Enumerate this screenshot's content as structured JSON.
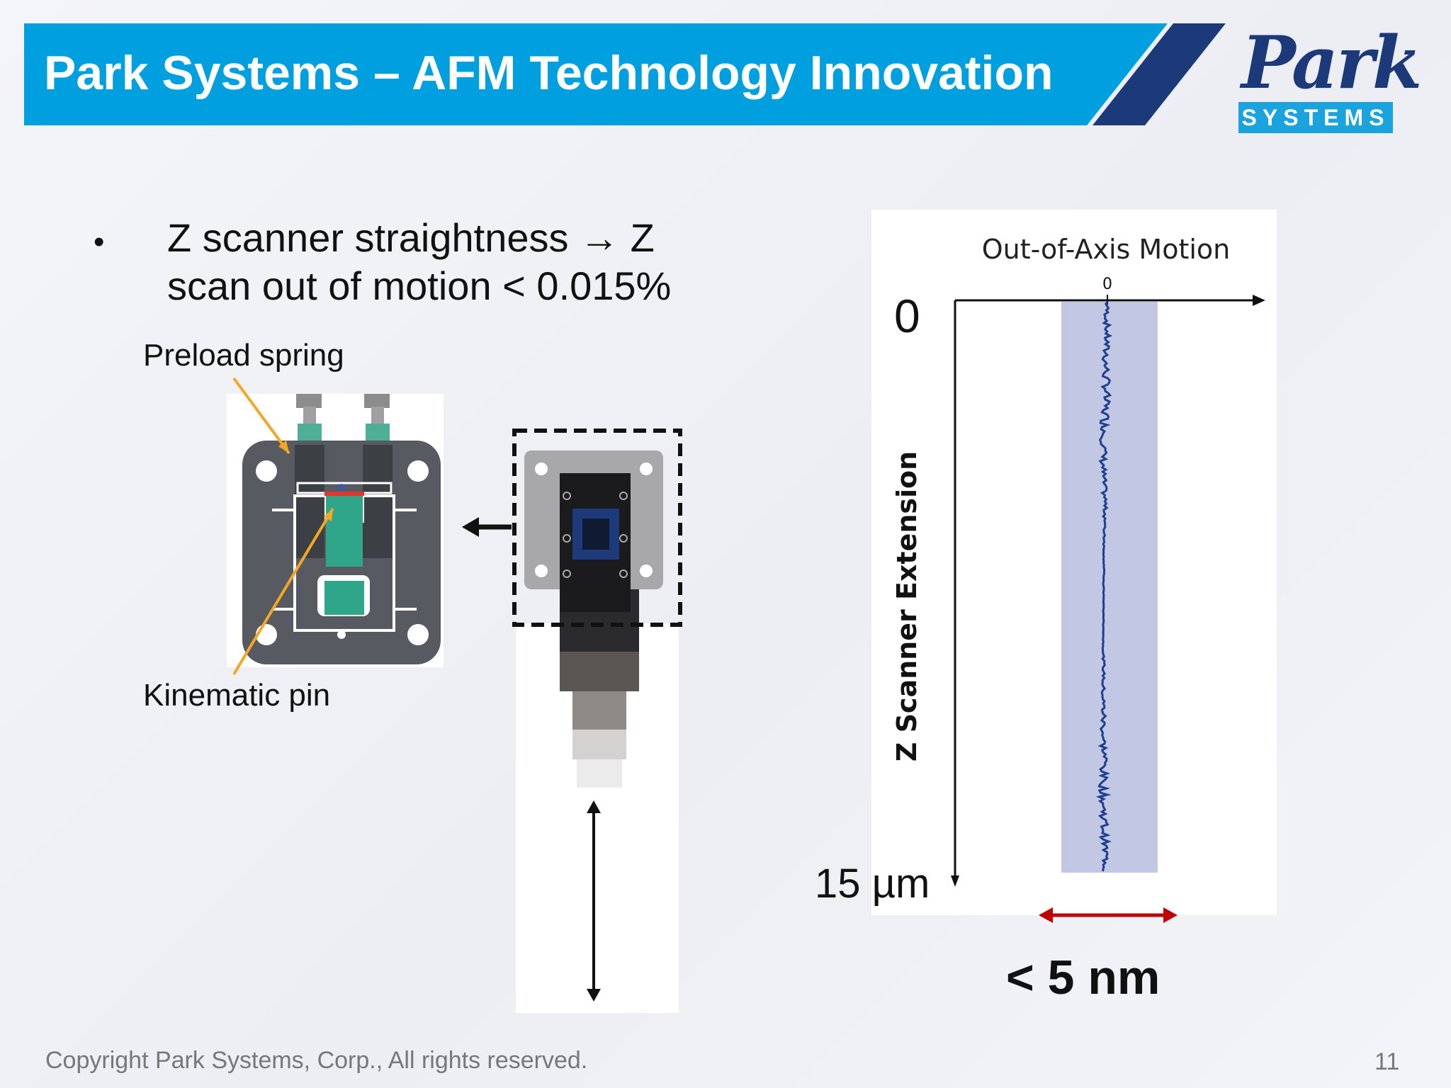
{
  "header": {
    "title": "Park Systems – AFM Technology Innovation",
    "bar_color": "#009fe0",
    "stripe_color": "#1c3a7a"
  },
  "logo": {
    "name": "Park",
    "subtitle": "SYSTEMS",
    "icon": "park-systems-logo"
  },
  "bullet": {
    "marker": "•",
    "text": "Z scanner straightness → Z scan out of motion < 0.015%"
  },
  "diagram": {
    "preload_label": "Preload spring",
    "kinematic_label": "Kinematic pin",
    "pointer_color": "#f5a623"
  },
  "chart": {
    "title": "Out-of-Axis Motion",
    "x_tick": "0",
    "y_top": "0",
    "y_axis_label": "Z Scanner Extension",
    "y_bottom": "15 µm",
    "range_label": "< 5 nm",
    "band_color": "#c2c7e4",
    "trace_color": "#1f3f8f",
    "arrow_color": "#c00000"
  },
  "chart_data": {
    "type": "line",
    "title": "Out-of-Axis Motion",
    "ylabel": "Z Scanner Extension",
    "ylim": [
      0,
      15
    ],
    "yunit": "µm",
    "xrange_label": "< 5 nm",
    "x_tick_labels": [
      "0"
    ],
    "y_tick_labels": [
      "0",
      "15 µm"
    ]
  },
  "footer": {
    "copyright": "Copyright Park Systems, Corp., All rights reserved.",
    "page": "11"
  }
}
